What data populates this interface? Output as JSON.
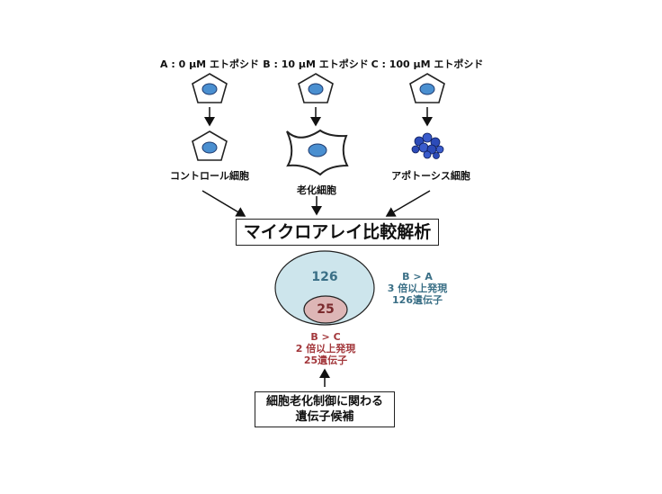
{
  "conditions": [
    {
      "label": "A : 0 μM エトポシド",
      "cell_label": "コントロール細胞"
    },
    {
      "label": "B : 10 μM エトポシド",
      "cell_label": "老化細胞"
    },
    {
      "label": "C : 100 μM エトポシド",
      "cell_label": "アポトーシス細胞"
    }
  ],
  "analysis_box": "マイクロアレイ比較解析",
  "venn": {
    "outer_value": "126",
    "inner_value": "25",
    "outer_color": "#cde5ec",
    "inner_color": "#ddb6b6",
    "blue_annotation": [
      "B > A",
      "3 倍以上発現",
      "126遺伝子"
    ],
    "red_annotation": [
      "B > C",
      "2 倍以上発現",
      "25遺伝子"
    ]
  },
  "candidate_box": [
    "細胞老化制御に関わる",
    "遺伝子候補"
  ],
  "colors": {
    "nucleus": "#4a8fd0",
    "nucleus_dark": "#1f3f9a",
    "annot_blue": "#3a6f86",
    "annot_red": "#a3383c"
  }
}
